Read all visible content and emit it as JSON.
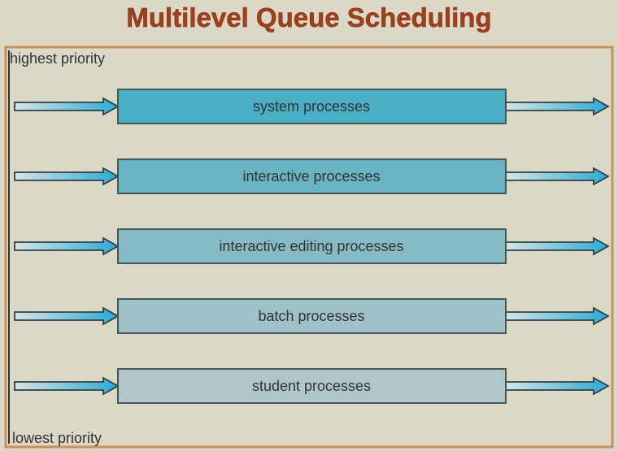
{
  "title": "Multilevel Queue Scheduling",
  "labels": {
    "top": "highest priority",
    "bottom": "lowest priority"
  },
  "queues": [
    {
      "label": "system processes",
      "color": "#4aaec4"
    },
    {
      "label": "interactive processes",
      "color": "#68b4c5"
    },
    {
      "label": "interactive editing processes",
      "color": "#86bbc6"
    },
    {
      "label": "batch processes",
      "color": "#9fc1c8"
    },
    {
      "label": "student processes",
      "color": "#b0c7c9"
    }
  ],
  "colors": {
    "title": "#a0401a",
    "frame": "#c8905a",
    "arrow": "#3aaed0",
    "background": "#dcd8c8"
  }
}
